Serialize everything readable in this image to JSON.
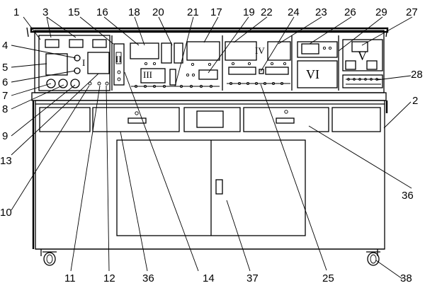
{
  "callouts": {
    "c1": "1",
    "c2": "2",
    "c3": "3",
    "c4": "4",
    "c5": "5",
    "c6": "6",
    "c7": "7",
    "c8": "8",
    "c9": "9",
    "c10": "10",
    "c11": "11",
    "c12": "12",
    "c13": "13",
    "c14": "14",
    "c15": "15",
    "c16": "16",
    "c17": "17",
    "c18": "18",
    "c19": "19",
    "c20": "20",
    "c21": "21",
    "c22": "22",
    "c23": "23",
    "c24": "24",
    "c25": "25",
    "c26": "26",
    "c27": "27",
    "c28": "28",
    "c29": "29",
    "c36a": "36",
    "c36b": "36",
    "c37": "37",
    "c38": "38"
  },
  "panel_labels": {
    "p1": "I",
    "p2": "II",
    "p3": "III",
    "p4": "IV",
    "p5": "V",
    "p6": "VI"
  }
}
